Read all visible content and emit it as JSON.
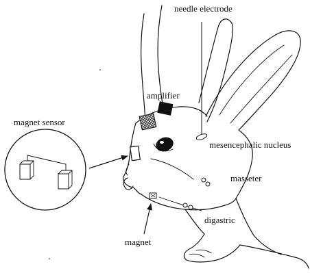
{
  "labels": {
    "needle_electrode": "needle electrode",
    "amplifier": "amplifier",
    "magnet_sensor": "magnet sensor",
    "mesencephalic_nucleus": "mesencephalic nucleus",
    "masseter": "masseter",
    "digastric": "digastric",
    "magnet": "magnet"
  },
  "colors": {
    "ink": "#111111",
    "background": "#ffffff"
  }
}
